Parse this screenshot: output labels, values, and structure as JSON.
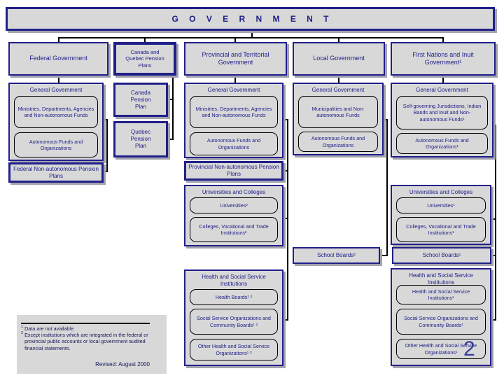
{
  "slide": {
    "title": "G O V E R N M E N T",
    "revised": "Revised: August 2000",
    "page_number": "2"
  },
  "colors": {
    "navy": "#20208a",
    "box_fill": "#d8d8d8",
    "connector": "#000000",
    "shadow": "#a3a3af"
  },
  "footnotes": [
    {
      "marker": "1",
      "text": "Data are not available."
    },
    {
      "marker": "2",
      "text": "Except institutions which are integrated in the federal or provincial public accounts or local government audited financial statements."
    }
  ],
  "columns": {
    "federal": {
      "header": "Federal Government",
      "general_government": {
        "title": "General Government",
        "items": [
          "Ministries, Departments, Agencies and Non-autonomous Funds",
          "Autonomous Funds and Organizations"
        ]
      },
      "pension": "Federal Non-autonomous Pension Plans"
    },
    "pension_plans": {
      "header": "Canada and Quebec Pension Plans",
      "items": [
        "Canada Pension Plan",
        "Quebec Pension Plan"
      ]
    },
    "provincial": {
      "header": "Provincial and Territorial Government",
      "general_government": {
        "title": "General Government",
        "items": [
          "Ministries, Departments, Agencies and Non-autonomous Funds",
          "Autonomous Funds and Organizations"
        ]
      },
      "pension": "Provincial Non-autonomous Pension Plans",
      "universities": {
        "title": "Universities and Colleges",
        "items": [
          "Universities²",
          "Colleges, Vocational and Trade Institutions²"
        ]
      },
      "health": {
        "title": "Health and Social Service Institutions",
        "items": [
          "Health Boards¹ ²",
          "Social Service Organizations and Community Boards¹ ²",
          "Other Health and Social Service Organizations¹ ²"
        ]
      }
    },
    "local": {
      "header": "Local Government",
      "general_government": {
        "title": "General Government",
        "items": [
          "Municipalities and Non-autonomous Funds",
          "Autonomous Funds and Organizations"
        ]
      },
      "school_boards": "School Boards²"
    },
    "first_nations": {
      "header": "First Nations and Inuit Government¹",
      "general_government": {
        "title": "General Government",
        "items": [
          "Self-governing Jurisdictions, Indian Bands and Inuit and Non-autonomous Funds¹",
          "Autonomous Funds and Organizations¹"
        ]
      },
      "universities": {
        "title": "Universities and Colleges",
        "items": [
          "Universities¹",
          "Colleges, Vocational and Trade Institutions¹"
        ]
      },
      "school_boards": "School Boards¹",
      "health": {
        "title": "Health and Social Service Institutions",
        "items": [
          "Health and Social Service Institutions¹",
          "Social Service Organizations and Community Boards¹",
          "Other Health and Social Service Organizations¹"
        ]
      }
    }
  }
}
